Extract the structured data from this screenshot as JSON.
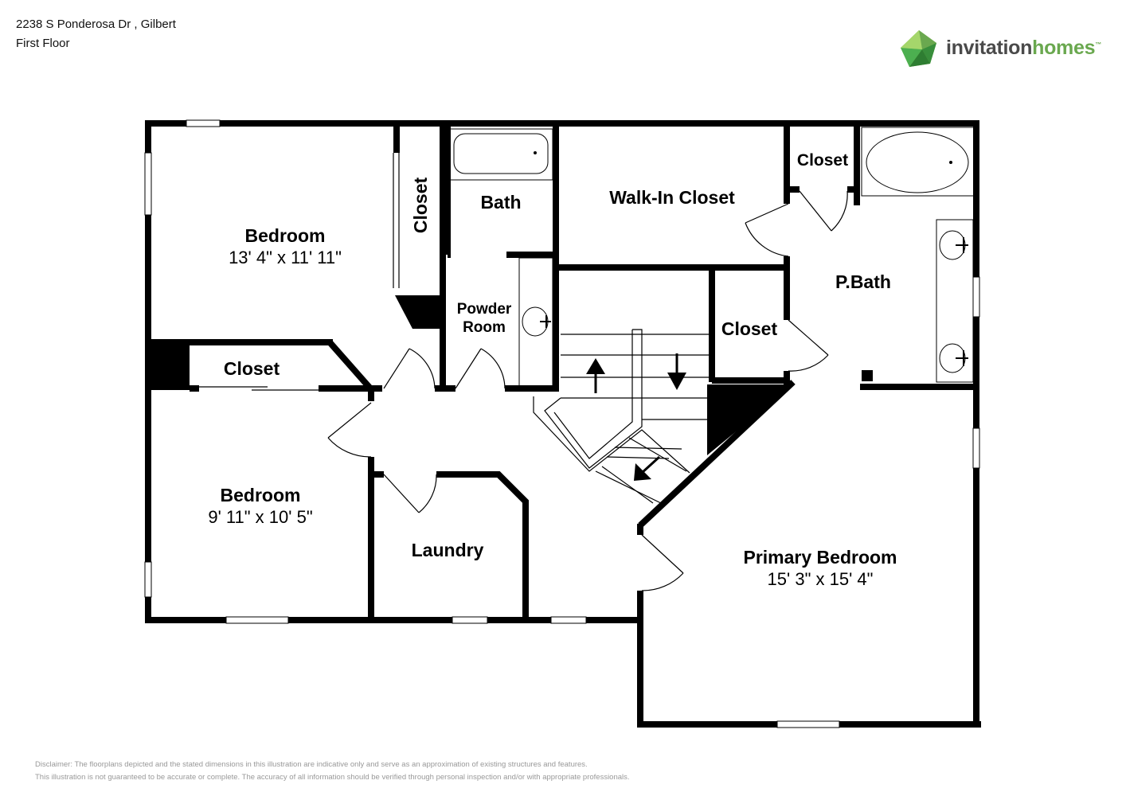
{
  "header": {
    "address": "2238 S Ponderosa Dr , Gilbert",
    "floor": "First Floor"
  },
  "logo": {
    "word1": "invitation",
    "word2": "homes",
    "brand_color": "#6aa84f",
    "text_color": "#4a4a4a"
  },
  "rooms": {
    "bedroom1": {
      "name": "Bedroom",
      "dims": "13' 4\" x 11' 11\""
    },
    "closet_a": {
      "name": "Closet"
    },
    "bath": {
      "name": "Bath"
    },
    "walkin": {
      "name": "Walk-In Closet"
    },
    "closet_b": {
      "name": "Closet"
    },
    "pbath": {
      "name": "P.Bath"
    },
    "powder_1": {
      "name": "Powder"
    },
    "powder_2": {
      "name": "Room"
    },
    "closet_c": {
      "name": "Closet"
    },
    "closet_d": {
      "name": "Closet"
    },
    "bedroom2": {
      "name": "Bedroom",
      "dims": "9' 11\" x 10' 5\""
    },
    "laundry": {
      "name": "Laundry"
    },
    "primary": {
      "name": "Primary Bedroom",
      "dims": "15' 3\" x 15' 4\""
    }
  },
  "icons": [
    "up-arrow-icon",
    "down-arrow-icon",
    "diagonal-arrow-icon",
    "sink-icon",
    "bathtub-icon"
  ],
  "disclaimer": {
    "line1": "Disclaimer: The floorplans depicted and the stated dimensions in this illustration are indicative only and serve as an approximation of existing structures and features.",
    "line2": "This illustration is not guaranteed to be accurate or complete. The accuracy of all information should be verified through personal inspection and/or with appropriate professionals."
  }
}
